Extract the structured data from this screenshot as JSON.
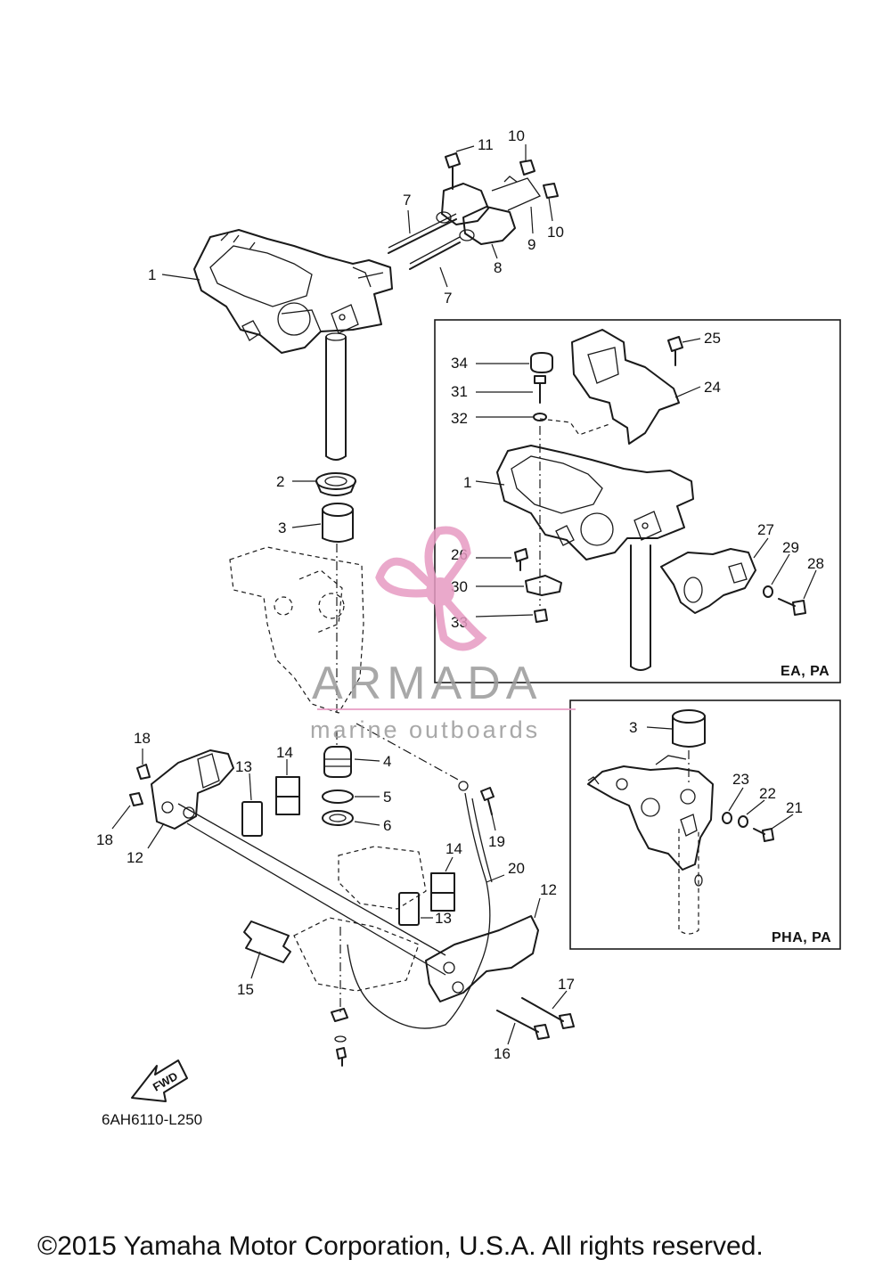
{
  "diagram": {
    "code": "6AH6110-L250",
    "copyright": "©2015 Yamaha Motor Corporation, U.S.A. All rights reserved.",
    "fwd_label": "FWD"
  },
  "watermark": {
    "brand": "ARMADA",
    "tagline": "marine outboards",
    "brand_color": "#9a9a9a",
    "logo_color": "#e79bc3"
  },
  "insets": [
    {
      "label": "EA, PA"
    },
    {
      "label": "PHA, PA"
    }
  ],
  "callouts": {
    "main": {
      "c1": "1",
      "c2": "2",
      "c3": "3",
      "c4": "4",
      "c5": "5",
      "c6": "6",
      "c7a": "7",
      "c7b": "7",
      "c8": "8",
      "c9": "9",
      "c10a": "10",
      "c10b": "10",
      "c11": "11",
      "c12a": "12",
      "c12b": "12",
      "c13a": "13",
      "c13b": "13",
      "c14a": "14",
      "c14b": "14",
      "c15": "15",
      "c16": "16",
      "c17": "17",
      "c18a": "18",
      "c18b": "18",
      "c19": "19",
      "c20": "20"
    },
    "ea": {
      "c1": "1",
      "c24": "24",
      "c25": "25",
      "c26": "26",
      "c27": "27",
      "c28": "28",
      "c29": "29",
      "c30": "30",
      "c31": "31",
      "c32": "32",
      "c33": "33",
      "c34": "34"
    },
    "pha": {
      "c3": "3",
      "c21": "21",
      "c22": "22",
      "c23": "23"
    }
  }
}
